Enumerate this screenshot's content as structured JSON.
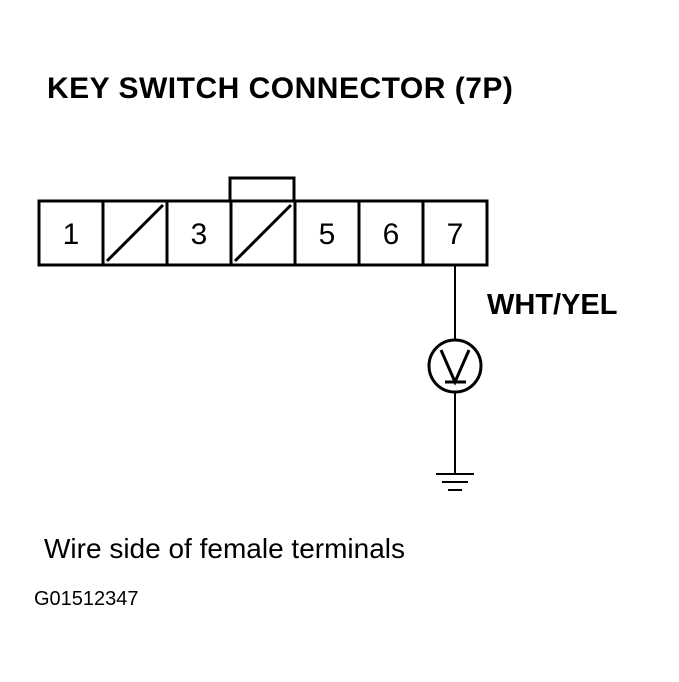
{
  "title": "KEY SWITCH CONNECTOR (7P)",
  "connector": {
    "pins": [
      {
        "label": "1",
        "empty": false
      },
      {
        "label": "",
        "empty": true
      },
      {
        "label": "3",
        "empty": false
      },
      {
        "label": "",
        "empty": true
      },
      {
        "label": "5",
        "empty": false
      },
      {
        "label": "6",
        "empty": false
      },
      {
        "label": "7",
        "empty": false
      }
    ],
    "probe_pin": "7"
  },
  "wire_color": "WHT/YEL",
  "meter_symbol": "V",
  "caption": "Wire side of female terminals",
  "figure_id": "G01512347"
}
